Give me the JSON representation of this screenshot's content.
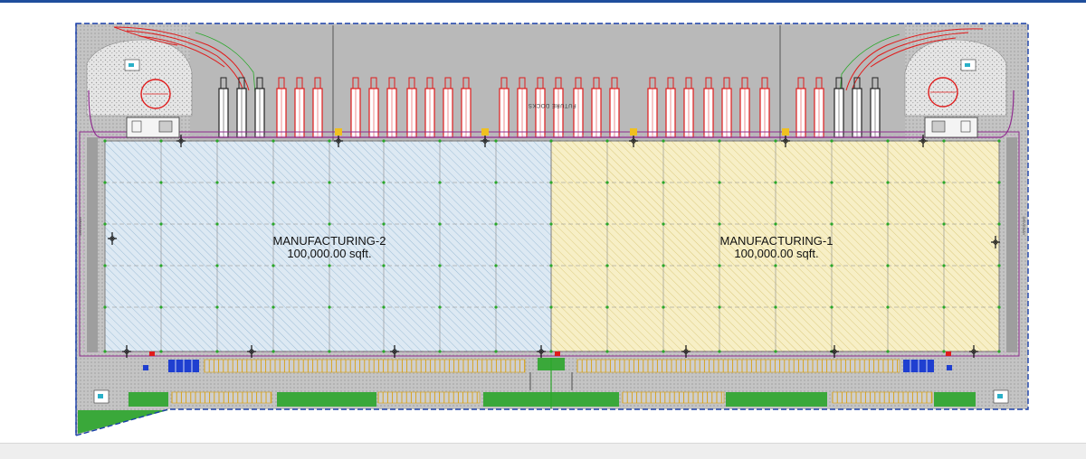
{
  "zones": [
    {
      "id": "mfg2",
      "name": "MANUFACTURING-2",
      "area": "100,000.00 sqft.",
      "fill": "#dde9f3",
      "hatch": "#8fb3cf"
    },
    {
      "id": "mfg1",
      "name": "MANUFACTURING-1",
      "area": "100,000.00 sqft.",
      "fill": "#f7efc6",
      "hatch": "#d8c777"
    }
  ],
  "dock_label": "FUTURE DOCKS",
  "side_label": "DRIVEWAY",
  "colors": {
    "site_boundary": "#1a3fa8",
    "building_outline": "#8e2a8e",
    "truck": "#e01b1b",
    "truck_future": "#222222",
    "grid_dot": "#2aa82a",
    "green_strip": "#3aa83a",
    "parking_line": "#d8a010",
    "paving": "#bdbdbd",
    "column_line": "#8a8a8a"
  }
}
